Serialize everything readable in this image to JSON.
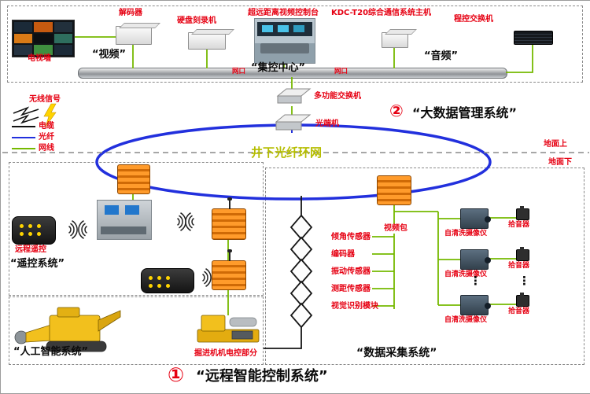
{
  "colors": {
    "red": "#e60012",
    "blue": "#2230dd",
    "green": "#76b900",
    "orange": "#f08300",
    "ring_text": "#b5bd00"
  },
  "top": {
    "tv_wall": "电视墙",
    "decoder": "解码器",
    "recorder": "硬盘刻录机",
    "video": "“视频”",
    "console": "超远距离视频控制台",
    "center": "“集控中心”",
    "kdc": "KDC-T20综合通信系统主机",
    "pbx": "程控交换机",
    "audio": "“音频”",
    "port_left": "网口",
    "port_right": "网口"
  },
  "legend": {
    "wireless": "无线信号",
    "cable": "电缆",
    "fiber": "光纤",
    "ethernet": "网线"
  },
  "mid": {
    "switch": "多功能交换机",
    "optical_terminal": "光端机",
    "badge": "②",
    "bigdata": "“大数据管理系统”",
    "above_ground": "地面上",
    "below_ground": "地面下",
    "ring": "井下光纤环网"
  },
  "remote": {
    "label": "远程遥控",
    "system": "“遥控系统”"
  },
  "ai": {
    "system": "“人工智能系统”",
    "machine_part": "掘进机机电控部分"
  },
  "daq": {
    "video_pack": "视频包",
    "sensors": [
      "倾角传感器",
      "编码器",
      "振动传感器",
      "测距传感器",
      "视觉识别模块"
    ],
    "cameras": [
      "自清洗摄像仪",
      "自清洗摄像仪",
      "自清洗摄像仪"
    ],
    "pickups": [
      "拾音器",
      "拾音器",
      "拾音器"
    ],
    "ellipsis": "⋮",
    "system": "“数据采集系统”"
  },
  "footer": {
    "badge": "①",
    "title": "“远程智能控制系统”"
  }
}
